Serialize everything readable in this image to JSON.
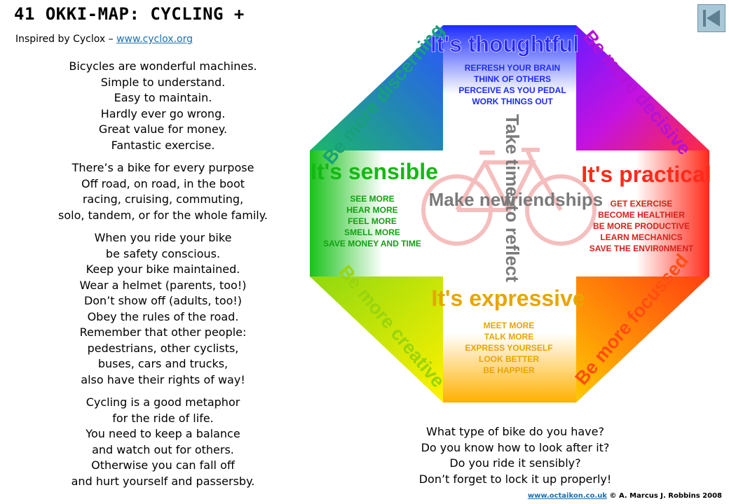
{
  "header": {
    "title": "41 OKKI-MAP: CYCLING +",
    "subtitle_prefix": "Inspired by Cyclox – ",
    "subtitle_link": "www.cyclox.org"
  },
  "left_text": {
    "para1": [
      "Bicycles are wonderful machines.",
      "Simple to understand.",
      "Easy to maintain.",
      "Hardly ever go wrong.",
      "Great value for money.",
      "Fantastic exercise."
    ],
    "para2": [
      "There’s a bike for every purpose",
      "Off road, on road, in the boot",
      "racing, cruising, commuting,",
      "solo, tandem, or for the whole family."
    ],
    "para3": [
      "When you ride your bike",
      "be safety conscious.",
      "Keep your bike maintained.",
      "Wear a helmet (parents, too!)",
      "Don’t show off (adults, too!)",
      "Obey the rules of the road.",
      "Remember that other people:",
      "pedestrians, other cyclists,",
      "buses, cars and trucks,",
      "also have their rights of way!"
    ],
    "para4": [
      "Cycling is a good metaphor",
      "for the ride of life.",
      "You need to keep a balance",
      "and watch out for others.",
      "Otherwise you can fall off",
      "and hurt yourself and passersby."
    ]
  },
  "octagon": {
    "top": {
      "heading": "It's thoughtful",
      "items": [
        "REFRESH YOUR BRAIN",
        "THINK OF OTHERS",
        "PERCEIVE AS YOU PEDAL",
        "WORK THINGS OUT"
      ]
    },
    "left": {
      "heading": "It's sensible",
      "items": [
        "SEE MORE",
        "HEAR MORE",
        "FEEL MORE",
        "SMELL MORE",
        "SAVE MONEY AND TIME"
      ]
    },
    "right": {
      "heading": "It's practical",
      "items": [
        "GET EXERCISE",
        "BECOME HEALTHIER",
        "BE MORE PRODUCTIVE",
        "LEARN MECHANICS",
        "SAVE THE ENVIR0NMENT"
      ]
    },
    "bottom": {
      "heading": "It's expressive",
      "items": [
        "MEET MORE",
        "TALK MORE",
        "EXPRESS YOURSELF",
        "LOOK BETTER",
        "BE HAPPIER"
      ]
    },
    "diagonals": {
      "top_left": "Be more discerning",
      "top_right": "Be more decisive",
      "bottom_left": "Be more creative",
      "bottom_right": "Be more focussed"
    },
    "center": {
      "vertical_top": "Take time",
      "vertical_bottom": "to reflect",
      "horizontal_left": "Make new",
      "horizontal_right": "friendships"
    }
  },
  "bottom_text": [
    "What type of bike do you have?",
    "Do you know how to look after it?",
    "Do you ride it sensibly?",
    "Don’t forget to lock it up properly!"
  ],
  "footer": {
    "link": "www.octaikon.co.uk",
    "credit": " © A. Marcus J. Robbins 2008"
  },
  "colors": {
    "blue": "#1b2bff",
    "purple": "#9a12ff",
    "red": "#ff2a1a",
    "orange": "#ffb000",
    "yellow": "#fff200",
    "green": "#19c21a",
    "teal": "#0fa89a"
  }
}
